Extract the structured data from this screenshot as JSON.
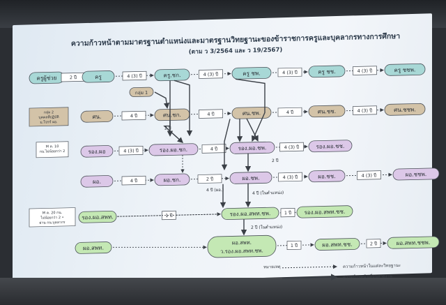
{
  "title": "ความก้าวหน้าตามมาตรฐานตำแหน่งและมาตรฐานวิทยฐานะของข้าราชการครูและบุคลากรทางการศึกษา",
  "subtitle": "(ตาม ว 3/2564 และ ว 19/2567)",
  "colors": {
    "teal": "#a8d8d6",
    "tan": "#d3c3a8",
    "purple": "#dcc8e8",
    "green": "#c4e8b4",
    "ink": "#3a3f46"
  },
  "rows": {
    "r1": {
      "nodes": [
        "ครูผู้ช่วย",
        "ครู",
        "ครู.ชก.",
        "ครู ชพ.",
        "ครู ชช.",
        "ครู ชชพ."
      ],
      "links": [
        "2 ปี",
        "4 (3) ปี",
        "4 (3) ปี",
        "4 (3) ปี",
        "4 (3) ปี"
      ]
    },
    "r1b": {
      "node": "กลุ่ม 1"
    },
    "r2": {
      "lead": "กลุ่ม 2 บุคคลที่ปฏิบัติ ม.โปรร์ ผอ.",
      "nodes": [
        "ศน.",
        "ศน.ชก.",
        "ศน.ชพ.",
        "ศน.ชช.",
        "ศน.ชชพ."
      ],
      "links": [
        "4 ปี",
        "4 ปี",
        "4 ปี",
        "4 (3) ปี"
      ],
      "drop": "2 ปี"
    },
    "r3": {
      "lead": "M ค. 10 กน.ไม่น้อยกว่า 2",
      "nodes": [
        "รอง.ผอ",
        "รอง.ผอ.ชก.",
        "รอง.ผอ.ชพ.",
        "รอง.ผอ.ชช."
      ],
      "links": [
        "4 (3) ปี",
        "4 ปี",
        "4 (3) ปี"
      ],
      "drop": "2 ปี"
    },
    "r4": {
      "nodes": [
        "ผอ.",
        "ผอ.ชก.",
        "ผอ.ชพ.",
        "ผอ.ชช.",
        "ผอ.ชชพ."
      ],
      "links": [
        "4 ปี",
        "2 ปี",
        "4 (3) ปี",
        "4 (3) ปี"
      ],
      "notes": [
        "4 ปี (ผอ.)",
        "4 ปี (ในตำแหน่ง)"
      ]
    },
    "r5": {
      "lead": "M ค. 20 กน. ไม่น้อยกว่า 2 • ผ่าน กน.บุคลากร • รอง.ผอ.ในการ ไม่น้อยกว่า 2",
      "nodes": [
        "รอง.ผอ.สพท.",
        "รอง.ผอ.สพท.ชพ.",
        "รอง.ผอ.สพท.ชช."
      ],
      "links": [
        "1 ปี",
        "1 ปี"
      ],
      "drop": "2 ปี (ในตำแหน่ง)"
    },
    "r6": {
      "node1": "ผอ.สพท.",
      "big_line1": "ผอ.สพท.",
      "big_line2": "ว.รอง.ผอ.สพท.ชพ.",
      "nodes": [
        "ผอ.สพท.ชช.",
        "ผอ.สพท.ชชพ."
      ],
      "links": [
        "1 ปี",
        "2 ปี"
      ]
    }
  },
  "legend": {
    "heading": "หมายเหตุ",
    "dotted": "ความก้าวหน้าในแต่ละวิทยฐานะ",
    "solid": "ความก้าวหน้าเลื่อนสายงาน"
  }
}
